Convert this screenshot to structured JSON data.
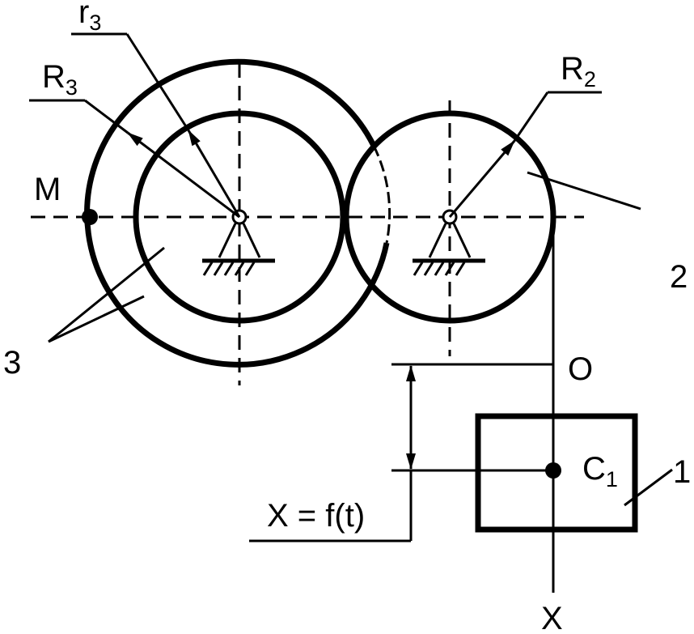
{
  "labels": {
    "r3": {
      "main": "r",
      "sub": "3"
    },
    "R3": {
      "main": "R",
      "sub": "3"
    },
    "R2": {
      "main": "R",
      "sub": "2"
    },
    "M": "M",
    "body2": "2",
    "body3": "3",
    "origin": "O",
    "C1": {
      "main": "C",
      "sub": "1"
    },
    "body1": "1",
    "law": "X = f(t)",
    "axis": "X"
  },
  "colors": {
    "ink": "#000000",
    "paper": "#ffffff"
  }
}
